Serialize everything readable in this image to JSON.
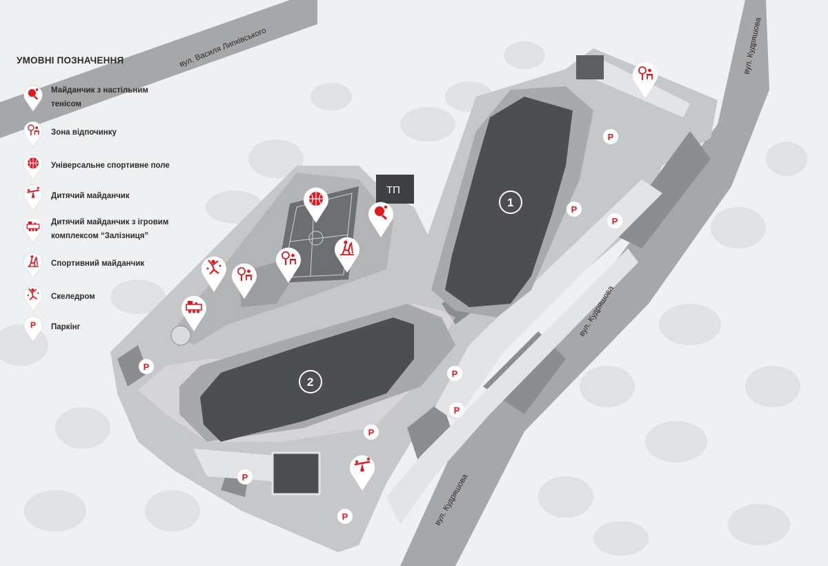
{
  "legend": {
    "title": "УМОВНІ ПОЗНАЧЕННЯ",
    "items": [
      {
        "icon": "table-tennis-icon",
        "line1": "Майданчик з настільним",
        "line2": "тенісом"
      },
      {
        "icon": "recreation-zone-icon",
        "line1": "Зона відпочинку",
        "line2": ""
      },
      {
        "icon": "basketball-icon",
        "line1": "Універсальне спортивне поле",
        "line2": ""
      },
      {
        "icon": "seesaw-icon",
        "line1": "Дитячий майданчик",
        "line2": ""
      },
      {
        "icon": "train-icon",
        "line1": "Дитячий майданчик з ігровим",
        "line2": "комплексом “Залізниця”"
      },
      {
        "icon": "exercise-machine-icon",
        "line1": "Спортивний майданчик",
        "line2": ""
      },
      {
        "icon": "climbing-wall-icon",
        "line1": "Скеледром",
        "line2": ""
      },
      {
        "icon": "parking-icon",
        "line1": "Паркінг",
        "line2": ""
      }
    ]
  },
  "streets": {
    "lypkivskoho": "вул. Василя Липківського",
    "kudriashova_1": "вул. Кудряшова",
    "kudriashova_2": "вул. Кудряшова",
    "kudriashova_3": "вул. Кудряшова"
  },
  "buildings": {
    "b1": "1",
    "b2": "2"
  },
  "transformer_label": "ТП",
  "parking_letter": "P",
  "colors": {
    "accent": "#e0191e",
    "building": "#4d4e51",
    "ground": "#c6c7c9",
    "background": "#eef0f2"
  }
}
